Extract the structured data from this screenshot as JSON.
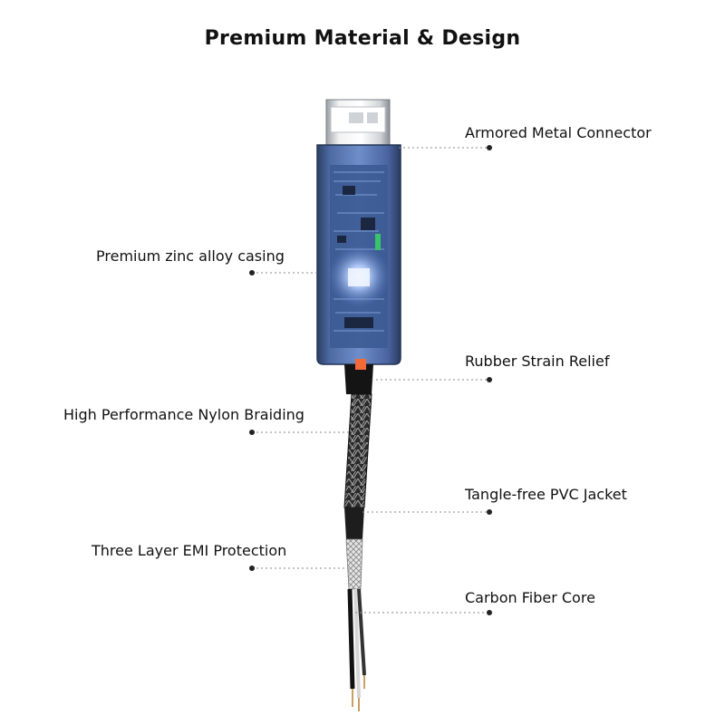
{
  "title": "Premium Material & Design",
  "callouts": {
    "armored_metal_connector": "Armored Metal Connector",
    "zinc_alloy_casing": "Premium zinc alloy casing",
    "rubber_strain_relief": "Rubber Strain Relief",
    "nylon_braiding": "High Performance Nylon Braiding",
    "pvc_jacket": "Tangle-free PVC Jacket",
    "emi_protection": "Three Layer EMI Protection",
    "carbon_fiber_core": "Carbon Fiber Core"
  },
  "colors": {
    "casing_blue": "#3f5f9a",
    "pcb_glow": "#8fb4ff",
    "braid_dark": "#2a2a2a",
    "connector_metal": "#d7d7d7"
  }
}
